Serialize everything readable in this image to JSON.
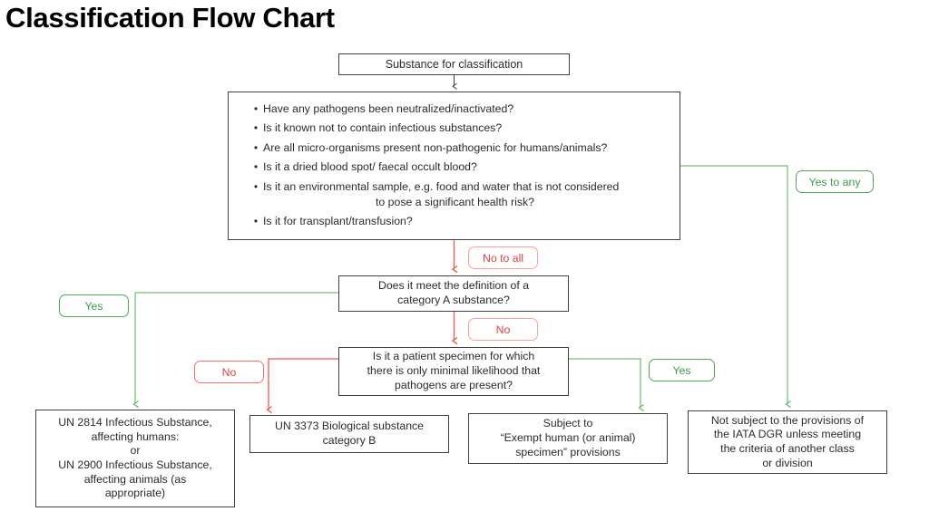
{
  "page": {
    "title": "Classification Flow Chart",
    "background": "#ffffff",
    "colors": {
      "box_border": "#3f3f3f",
      "text": "#2b2b2b",
      "green": "#4ea64e",
      "green_text": "#3f9a4f",
      "red": "#ff6b6b",
      "red_text": "#e8403c",
      "red_soft": "#ffa0a0"
    }
  },
  "nodes": {
    "start": "Substance for classification",
    "questions": {
      "bullets": [
        "Have any pathogens been neutralized/inactivated?",
        "Is it known not to contain infectious substances?",
        "Are all micro-organisms present non-pathogenic for humans/animals?",
        "Is it a dried blood spot/ faecal occult blood?",
        "Is it an environmental sample, e.g. food and water that is not considered",
        "Is it for transplant/transfusion?"
      ],
      "bullet5_line2": "to pose a significant health risk?",
      "bullet_glyph": "•"
    },
    "category_a": "Does it meet the definition of a\ncategory A substance?",
    "patient_specimen": "Is it a patient specimen for which\nthere is only minimal  likelihood that\npathogens are present?",
    "un2814": "UN 2814  Infectious Substance,\naffecting humans:\nor\nUN 2900  Infectious Substance,\naffecting animals  (as\nappropriate)",
    "un3373": "UN 3373  Biological substance\ncategory B",
    "exempt": "Subject to\n“Exempt human  (or animal)\nspecimen” provisions",
    "not_subject": "Not subject to the provisions of\nthe IATA DGR unless meeting\nthe criteria of another class\nor division"
  },
  "edge_labels": {
    "yes_to_any": "Yes to any",
    "no_to_all": "No to all",
    "yes_left": "Yes",
    "no_mid": "No",
    "no_left": "No",
    "yes_right": "Yes"
  }
}
